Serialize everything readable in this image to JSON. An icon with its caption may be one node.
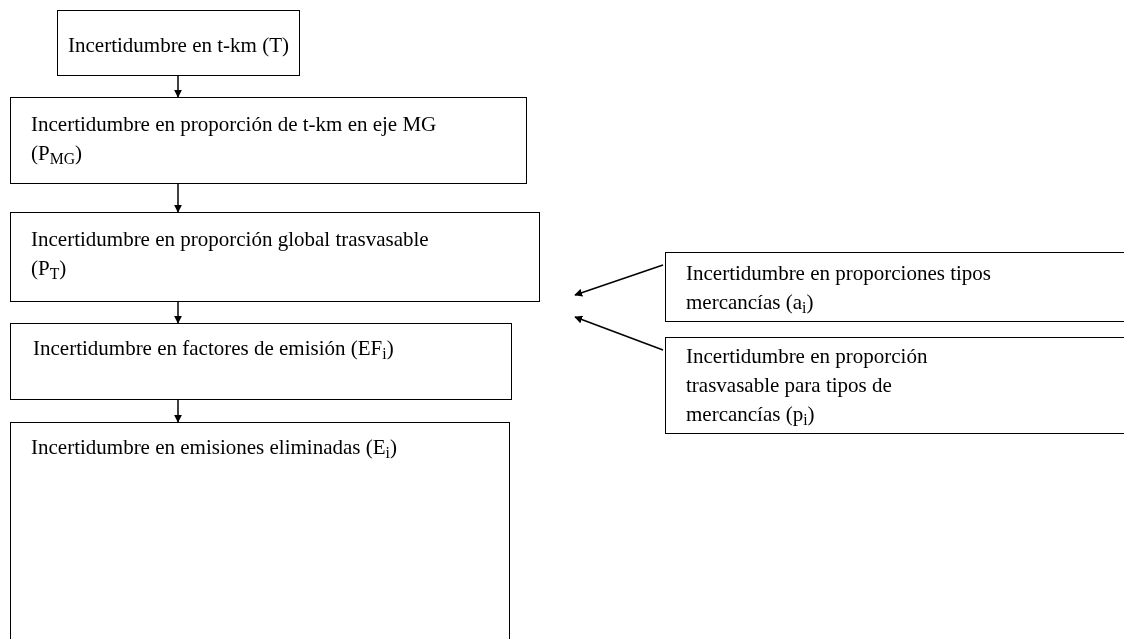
{
  "diagram": {
    "nodes": [
      {
        "text": [
          "Incertidumbre en t-km (T)"
        ]
      },
      {
        "text": [
          "Incertidumbre en proporción de t-km en eje MG (P$_{MG}$)"
        ]
      },
      {
        "text": [
          "Incertidumbre en proporción global trasvasable (P$_{T}$)"
        ]
      },
      {
        "text": [
          "Incertidumbre en factores de emisión (EF$_{i}$)"
        ]
      },
      {
        "text": [
          "Incertidumbre en emisiones eliminadas (E$_{i}$)"
        ]
      },
      {
        "text": [
          "Incertidumbre en proporciones tipos mercancías (a$_{i}$)"
        ]
      },
      {
        "text": [
          "Incertidumbre en proporción trasvasable para tipos de mercancías (p$_{i}$)"
        ]
      }
    ],
    "edges": [
      {
        "from": 0,
        "to": 1,
        "arrow": "to"
      },
      {
        "from": 1,
        "to": 2,
        "arrow": "to"
      },
      {
        "from": 2,
        "to": 3,
        "arrow": "to"
      },
      {
        "from": 3,
        "to": 4,
        "arrow": "to"
      },
      {
        "from": 5,
        "to": 2,
        "arrow": "to"
      },
      {
        "from": 6,
        "to": 2,
        "arrow": "to"
      }
    ]
  }
}
